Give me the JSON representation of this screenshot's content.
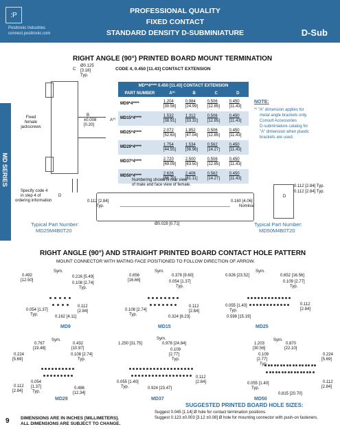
{
  "header": {
    "company1": "Positronic Industries",
    "company2": "connect.positronic.com",
    "title1": "PROFESSIONAL QUALITY",
    "title2": "FIXED CONTACT",
    "title3": "STANDARD DENSITY D-SUBMINIATURE",
    "family": "D-Sub"
  },
  "side_tab": "MD SERIES",
  "section1": {
    "title": "RIGHT ANGLE (90°) PRINTED BOARD MOUNT TERMINATION",
    "subtitle": "CODE 4, 0.450 [11.43] CONTACT EXTENSION",
    "labels": {
      "c": "C",
      "diam": "Ø0.125",
      "diam_mm": "[3.18]",
      "diam_typ": "Typ.",
      "fixed": "Fixed",
      "female": "female",
      "jackscrews": "jackscrews",
      "b": "B",
      "b_tol": "±0.008",
      "b_tol_mm": "[0.20]",
      "a": "A*¹",
      "specify1": "Specify code 4",
      "specify2": "in step 4 of",
      "specify3": "ordering information",
      "d": "D",
      "dim112": "0.112 [2.84]",
      "dim112typ": "Typ.",
      "numbering1": "Numbering shown is rear view",
      "numbering2": "of male and face view of female.",
      "d028": "Ø0.028 [0.71]",
      "dim160": "0.160 [4.06]",
      "dim160nom": "Nominal",
      "r112a": "0.112 [2.84] Typ.",
      "r112b": "0.112 [2.84] Typ.",
      "rd": "D"
    },
    "table": {
      "caption": "MD**4**** 0.450 [11.43] CONTACT EXTENSION",
      "headers": [
        "PART NUMBER",
        "A*¹",
        "B",
        "C",
        "D"
      ],
      "rows": [
        {
          "pn": "MD9*4****",
          "a": "1.204",
          "a_mm": "[30.58]",
          "b": "0.984",
          "b_mm": "[24.99]",
          "c": "0.506",
          "c_mm": "[12.85]",
          "d": "0.450",
          "d_mm": "[11.43]"
        },
        {
          "pn": "MD15*4****",
          "a": "1.532",
          "a_mm": "[38.91]",
          "b": "1.312",
          "b_mm": "[33.32]",
          "c": "0.506",
          "c_mm": "[12.85]",
          "d": "0.450",
          "d_mm": "[11.43]"
        },
        {
          "pn": "MD25*4****",
          "a": "2.072",
          "a_mm": "[52.63]",
          "b": "1.852",
          "b_mm": "[47.04]",
          "c": "0.506",
          "c_mm": "[12.85]",
          "d": "0.450",
          "d_mm": "[11.43]"
        },
        {
          "pn": "MD29*4****",
          "a": "1.754",
          "a_mm": "[44.55]",
          "b": "1.534",
          "b_mm": "[38.96]",
          "c": "0.562",
          "c_mm": "[14.27]",
          "d": "0.450",
          "d_mm": "[11.43]"
        },
        {
          "pn": "MD37*4****",
          "a": "2.720",
          "a_mm": "[69.09]",
          "b": "2.500",
          "b_mm": "[63.50]",
          "c": "0.506",
          "c_mm": "[12.85]",
          "d": "0.450",
          "d_mm": "[11.43]"
        },
        {
          "pn": "MD50*4****",
          "a": "2.626",
          "a_mm": "[66.70]",
          "b": "2.406",
          "b_mm": "[61.11]",
          "c": "0.562",
          "c_mm": "[14.27]",
          "d": "0.450",
          "d_mm": "[11.43]"
        }
      ]
    },
    "note": {
      "title": "NOTE:",
      "text1": "*¹ \"A\" dimension applies for",
      "text2": "metal angle brackets only.",
      "text3": "Consult Accessories",
      "text4": "D-subminiature catalog for",
      "text5": "\"A\" dimension when plastic",
      "text6": "brackets are used."
    },
    "typical_left_label": "Typical Part Number:",
    "typical_left_value": "MD25M4B0T20",
    "typical_right_label": "Typical Part Number:",
    "typical_right_value": "MD50M4B0T20"
  },
  "section2": {
    "title": "RIGHT ANGLE (90°) AND STRAIGHT PRINTED BOARD CONTACT HOLE PATTERN",
    "subtitle": "MOUNT CONNECTOR WITH MATING FACE POSITIONED TO FOLLOW DIRECTION OF ARROW.",
    "md9": {
      "name": "MD9",
      "d1": "0.492",
      "d1mm": "[12.50]",
      "sym": "Sym.",
      "d2": "0.216 [5.49]",
      "d3": "0.108 [2.74]",
      "d3t": "Typ.",
      "d4": "0.054 [1.37]",
      "d4t": "Typ.",
      "d5": "0.112",
      "d5mm": "[2.84]",
      "d6": "0.162 [4.11]"
    },
    "md15": {
      "name": "MD15",
      "d1": "0.656",
      "d1mm": "[16.66]",
      "sym": "Sym.",
      "d2": "0.378 [9.60]",
      "d3": "0.054 [1.37]",
      "d3t": "Typ.",
      "d4": "0.108 [2.74]",
      "d4t": "Typ.",
      "d5": "0.112",
      "d5mm": "[2.84]",
      "d6": "0.324 [8.23]"
    },
    "md25": {
      "name": "MD25",
      "d1": "0.926 [23.52]",
      "sym": "Sym.",
      "d2": "0.652 [16.56]",
      "d3": "0.109 [2.77]",
      "d3t": "Typ.",
      "d4": "0.055 [1.40]",
      "d4t": "Typ.",
      "d5": "0.112",
      "d5mm": "[2.84]",
      "d6": "0.598 [15.19]"
    },
    "md29": {
      "name": "MD29",
      "d1": "0.767",
      "d1mm": "[19.48]",
      "sym": "Sym.",
      "d2": "0.432",
      "d2mm": "[10.97]",
      "d3": "0.108 [2.74]",
      "d3t": "Typ.",
      "d4": "0.224",
      "d4mm": "[5.69]",
      "d5": "0.112",
      "d5mm": "[2.84]",
      "d6": "0.054",
      "d6mm": "[1.37]",
      "d6t": "Typ.",
      "d7": "0.486",
      "d7mm": "[12.34]"
    },
    "md37": {
      "name": "MD37",
      "d1": "1.250 [31.75]",
      "sym": "Sym.",
      "d2": "0.978 [24.84]",
      "d3": "0.109",
      "d3mm": "[2.77]",
      "d3t": "Typ.",
      "d4": "0.055 [1.40]",
      "d4t": "Typ.",
      "d5": "0.112",
      "d5mm": "[2.84]",
      "d6": "0.924 [23.47]"
    },
    "md50": {
      "name": "MD50",
      "d1": "1.203",
      "d1mm": "[30.56]",
      "sym": "Sym.",
      "d2": "0.870",
      "d2mm": "[22.10]",
      "d3": "0.109",
      "d3mm": "[2.77]",
      "d3t": "Typ.",
      "d4": "0.224",
      "d4mm": "[5.69]",
      "d5": "0.055 [1.40]",
      "d5t": "Typ.",
      "d6": "0.112",
      "d6mm": "[2.84]",
      "d7": "0.815 [20.70]"
    }
  },
  "footer": {
    "page": "9",
    "note1": "DIMENSIONS ARE IN INCHES [MILLIMETERS].",
    "note2": "ALL DIMENSIONS ARE SUBJECT TO CHANGE.",
    "suggest_title": "SUGGESTED PRINTED BOARD HOLE SIZES:",
    "suggest1": "Suggest 0.045 [1.14] Ø hole for contact termination positions.",
    "suggest2": "Suggest 0.123 ±0.003 [3.12 ±0.08] Ø hole for mounting connector with push-on fasteners."
  }
}
